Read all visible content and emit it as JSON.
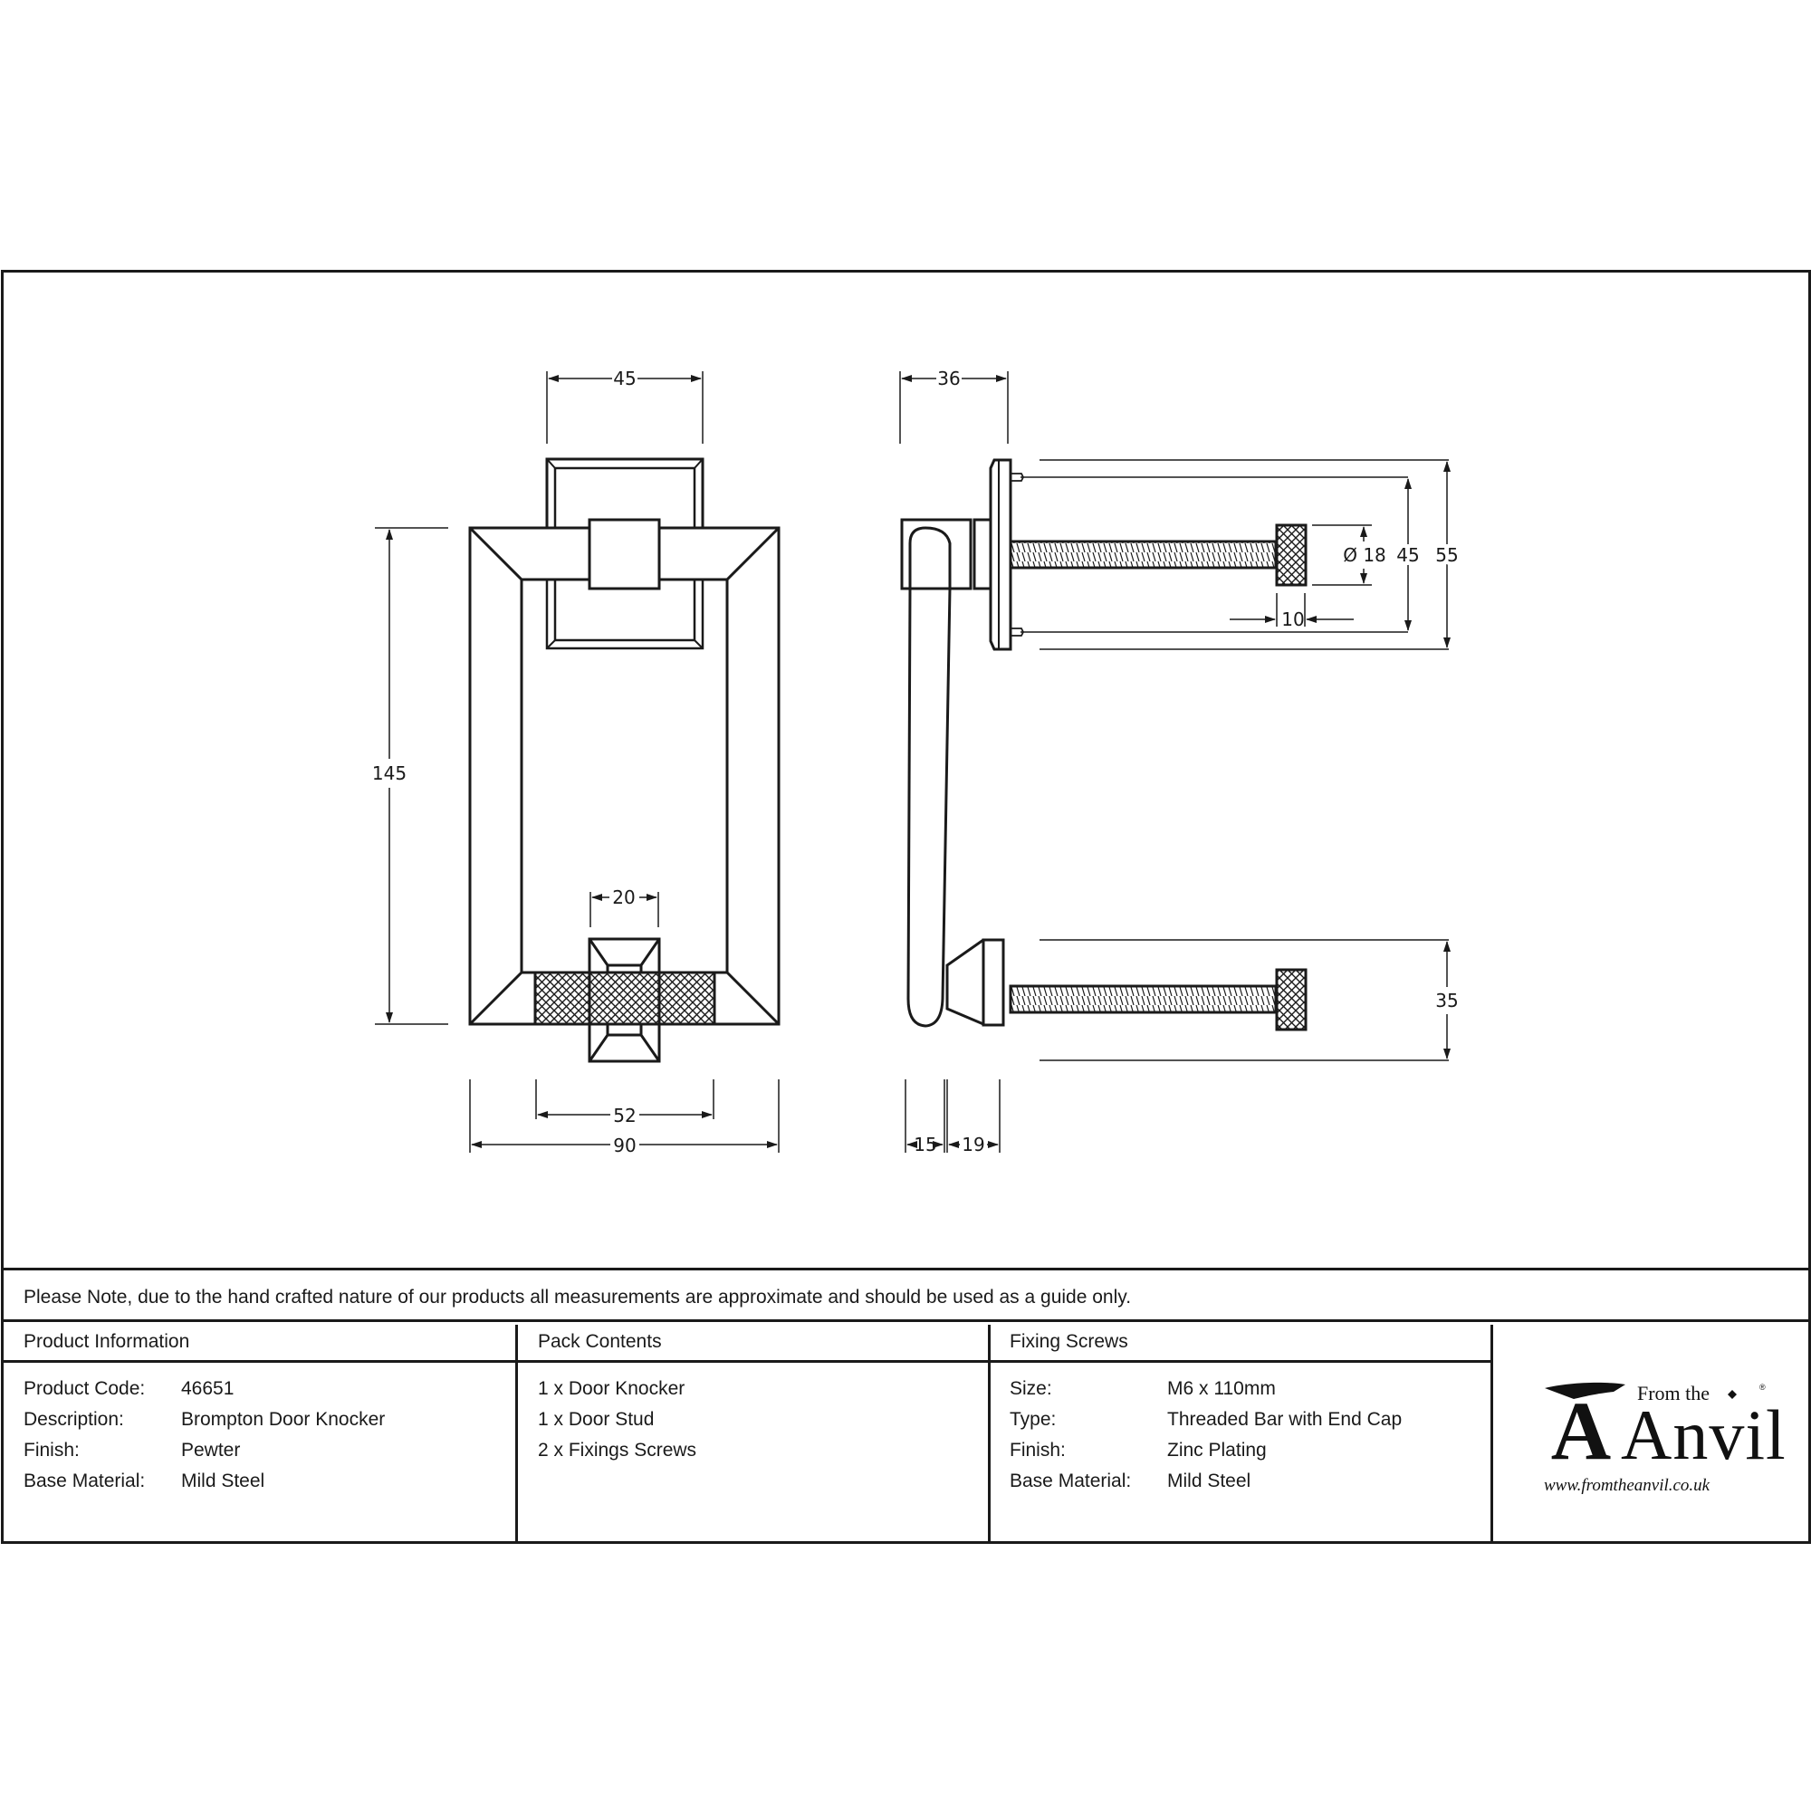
{
  "drawing": {
    "front_view": {
      "dims": {
        "top_plate_width": "45",
        "height": "145",
        "strike_width": "20",
        "knurl_width": "52",
        "overall_width": "90"
      }
    },
    "side_view": {
      "dims": {
        "projection": "36",
        "endcap_diameter": "Ø 18",
        "endcap_length": "10",
        "inner_span": "45",
        "outer_span": "55",
        "stud_height": "35",
        "knocker_depth": "15",
        "stud_depth": "19"
      }
    }
  },
  "note": "Please Note, due to the hand crafted nature of our products all measurements are approximate and should be used as a guide only.",
  "product_info": {
    "heading": "Product Information",
    "rows": [
      {
        "label": "Product Code:",
        "value": "46651"
      },
      {
        "label": "Description:",
        "value": "Brompton Door Knocker"
      },
      {
        "label": "Finish:",
        "value": "Pewter"
      },
      {
        "label": "Base Material:",
        "value": "Mild Steel"
      }
    ]
  },
  "pack_contents": {
    "heading": "Pack Contents",
    "items": [
      "1 x Door Knocker",
      "1 x Door Stud",
      "2 x Fixings Screws"
    ]
  },
  "fixing_screws": {
    "heading": "Fixing Screws",
    "rows": [
      {
        "label": "Size:",
        "value": "M6 x 110mm"
      },
      {
        "label": "Type:",
        "value": "Threaded Bar with End Cap"
      },
      {
        "label": "Finish:",
        "value": "Zinc Plating"
      },
      {
        "label": "Base Material:",
        "value": "Mild Steel"
      }
    ]
  },
  "logo": {
    "brand_small": "From the",
    "brand_large": "Anvil",
    "registered": "®",
    "url": "www.fromtheanvil.co.uk"
  }
}
